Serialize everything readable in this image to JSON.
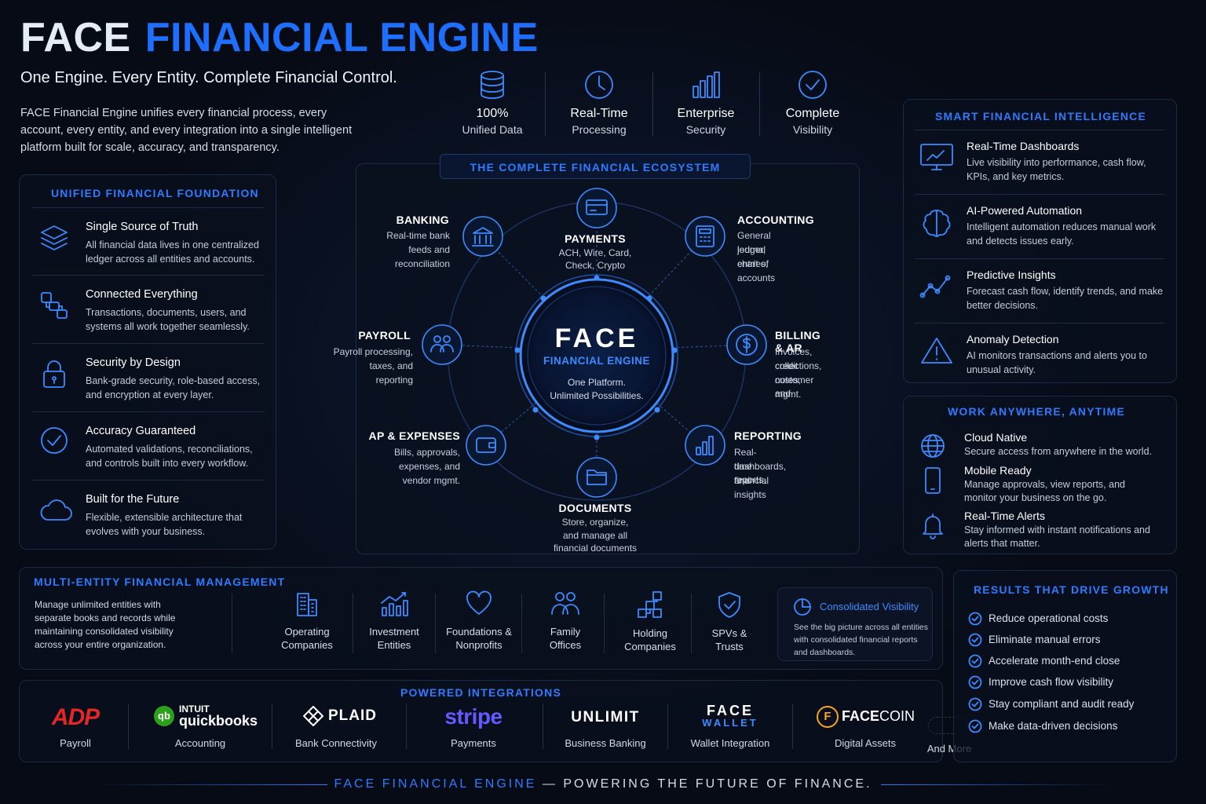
{
  "header": {
    "title_part1": "FACE",
    "title_part2": "FINANCIAL ENGINE",
    "tagline": "One Engine. Every Entity. Complete Financial Control.",
    "intro": "FACE Financial Engine unifies every financial process, every account, every entity, and every integration into a single intelligent platform built for scale, accuracy, and transparency."
  },
  "stats": [
    {
      "value": "100%",
      "label": "Unified Data",
      "icon": "database-icon"
    },
    {
      "value": "Real-Time",
      "label": "Processing",
      "icon": "clock-icon"
    },
    {
      "value": "Enterprise",
      "label": "Security",
      "icon": "bar-chart-icon"
    },
    {
      "value": "Complete",
      "label": "Visibility",
      "icon": "check-circle-icon"
    }
  ],
  "foundation": {
    "title": "UNIFIED FINANCIAL FOUNDATION",
    "items": [
      {
        "title": "Single Source of Truth",
        "desc": "All financial data lives in one centralized ledger across all entities and accounts.",
        "icon": "layers-icon"
      },
      {
        "title": "Connected Everything",
        "desc": "Transactions, documents, users, and systems all work together seamlessly.",
        "icon": "connected-blocks-icon"
      },
      {
        "title": "Security by Design",
        "desc": "Bank-grade security, role-based access, and encryption at every layer.",
        "icon": "lock-icon"
      },
      {
        "title": "Accuracy Guaranteed",
        "desc": "Automated validations, reconciliations, and controls built into every workflow.",
        "icon": "check-circle-icon"
      },
      {
        "title": "Built for the Future",
        "desc": "Flexible, extensible architecture that evolves with your business.",
        "icon": "cloud-icon"
      }
    ]
  },
  "ecosystem": {
    "title": "THE COMPLETE FINANCIAL ECOSYSTEM",
    "core_logo": "FACE",
    "core_sub": "FINANCIAL ENGINE",
    "core_tag1": "One Platform.",
    "core_tag2": "Unlimited Possibilities.",
    "nodes": [
      {
        "label": "PAYMENTS",
        "desc": [
          "ACH, Wire, Card,",
          "Check, Crypto"
        ],
        "icon": "card-icon"
      },
      {
        "label": "ACCOUNTING",
        "desc": [
          "General ledger,",
          "journal entries,",
          "chart of accounts"
        ],
        "icon": "calculator-icon"
      },
      {
        "label": "BILLING & AR",
        "desc": [
          "Invoices, collections,",
          "credit notes, and",
          "customer mgmt."
        ],
        "icon": "dollar-icon"
      },
      {
        "label": "REPORTING",
        "desc": [
          "Real-time reports,",
          "dashboards, and",
          "financial insights"
        ],
        "icon": "bar-chart-icon"
      },
      {
        "label": "DOCUMENTS",
        "desc": [
          "Store, organize,",
          "and manage all",
          "financial documents"
        ],
        "icon": "folder-icon"
      },
      {
        "label": "AP & EXPENSES",
        "desc": [
          "Bills, approvals,",
          "expenses, and",
          "vendor mgmt."
        ],
        "icon": "wallet-icon"
      },
      {
        "label": "PAYROLL",
        "desc": [
          "Payroll processing,",
          "taxes, and",
          "reporting"
        ],
        "icon": "users-icon"
      },
      {
        "label": "BANKING",
        "desc": [
          "Real-time bank",
          "feeds and",
          "reconciliation"
        ],
        "icon": "bank-icon"
      }
    ]
  },
  "smart": {
    "title": "SMART FINANCIAL INTELLIGENCE",
    "items": [
      {
        "title": "Real-Time Dashboards",
        "desc": "Live visibility into performance, cash flow, KPIs, and key metrics.",
        "icon": "monitor-chart-icon"
      },
      {
        "title": "AI-Powered Automation",
        "desc": "Intelligent automation reduces manual work and detects issues early.",
        "icon": "brain-icon"
      },
      {
        "title": "Predictive Insights",
        "desc": "Forecast cash flow, identify trends, and make better decisions.",
        "icon": "trend-icon"
      },
      {
        "title": "Anomaly Detection",
        "desc": "AI monitors transactions and alerts you to unusual activity.",
        "icon": "warning-icon"
      }
    ]
  },
  "anywhere": {
    "title": "WORK ANYWHERE, ANYTIME",
    "items": [
      {
        "title": "Cloud Native",
        "desc": "Secure access from anywhere in the world.",
        "icon": "globe-icon"
      },
      {
        "title": "Mobile Ready",
        "desc": "Manage approvals, view reports, and monitor your business on the go.",
        "icon": "phone-icon"
      },
      {
        "title": "Real-Time Alerts",
        "desc": "Stay informed with instant notifications and alerts that matter.",
        "icon": "bell-icon"
      }
    ]
  },
  "multi": {
    "title": "MULTI-ENTITY FINANCIAL MANAGEMENT",
    "desc": "Manage unlimited entities with separate books and records while maintaining consolidated visibility across your entire organization.",
    "entities": [
      {
        "label": [
          "Operating",
          "Companies"
        ],
        "icon": "building-icon"
      },
      {
        "label": [
          "Investment",
          "Entities"
        ],
        "icon": "growth-chart-icon"
      },
      {
        "label": [
          "Foundations &",
          "Nonprofits"
        ],
        "icon": "heart-icon"
      },
      {
        "label": [
          "Family",
          "Offices"
        ],
        "icon": "family-icon"
      },
      {
        "label": [
          "Holding",
          "Companies"
        ],
        "icon": "hierarchy-icon"
      },
      {
        "label": [
          "SPVs &",
          "Trusts"
        ],
        "icon": "shield-check-icon"
      }
    ],
    "consolidated_title": "Consolidated Visibility",
    "consolidated_desc": "See the big picture across all entities with consolidated financial reports and dashboards."
  },
  "integrations": {
    "title": "POWERED INTEGRATIONS",
    "items": [
      {
        "logo": "ADP",
        "label": "Payroll"
      },
      {
        "logo_small": "INTUIT",
        "logo": "quickbooks",
        "label": "Accounting"
      },
      {
        "logo": "PLAID",
        "label": "Bank Connectivity"
      },
      {
        "logo": "stripe",
        "label": "Payments"
      },
      {
        "logo": "UNLIMIT",
        "label": "Business Banking"
      },
      {
        "logo": "FACE",
        "logo_small": "WALLET",
        "label": "Wallet Integration"
      },
      {
        "logo_a": "FACE",
        "logo_b": "COIN",
        "label": "Digital Assets"
      }
    ],
    "more": "And More"
  },
  "results": {
    "title": "RESULTS THAT DRIVE GROWTH",
    "items": [
      "Reduce operational costs",
      "Eliminate manual errors",
      "Accelerate month-end close",
      "Improve cash flow visibility",
      "Stay compliant and audit ready",
      "Make data-driven decisions"
    ]
  },
  "footer": {
    "part1": "FACE FINANCIAL ENGINE",
    "part2": "— POWERING THE FUTURE OF FINANCE."
  },
  "colors": {
    "accent": "#2f7bff",
    "background": "#070b16",
    "panel_border": "#1c2a44"
  }
}
